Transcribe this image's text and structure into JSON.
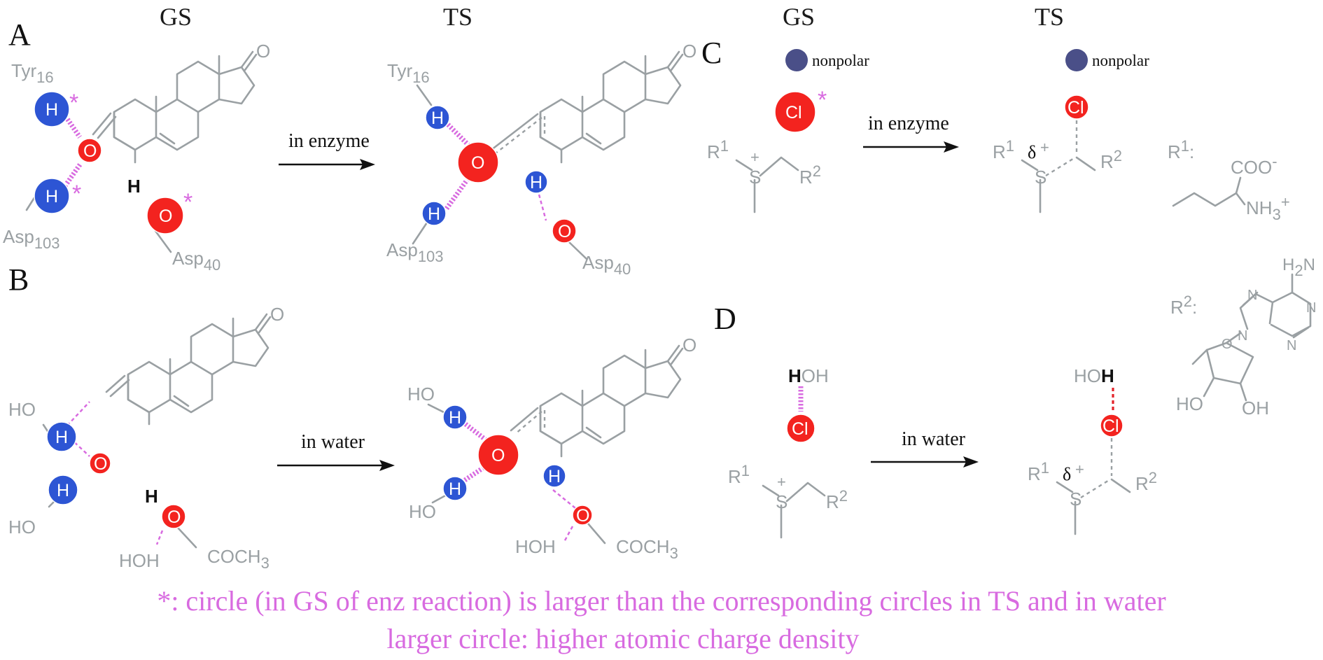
{
  "headers": {
    "gs_left": "GS",
    "ts_left": "TS",
    "gs_right": "GS",
    "ts_right": "TS"
  },
  "panels": {
    "a": "A",
    "b": "B",
    "c": "C",
    "d": "D"
  },
  "arrows": {
    "a": "in enzyme",
    "b": "in water",
    "c": "in enzyme",
    "d": "in water"
  },
  "atoms": {
    "h": "H",
    "o": "O",
    "cl": "Cl",
    "star": "*"
  },
  "residues": {
    "tyr": "Tyr",
    "tyr_num": "16",
    "asp103": "Asp",
    "asp103_num": "103",
    "asp40": "Asp",
    "asp40_num": "40"
  },
  "water": {
    "ho": "HO",
    "hoh": "HOH",
    "oh": "OH",
    "hoh_d": "HOH",
    "ho_d_ts": "HO",
    "h_bold": "H",
    "coch": "COCH",
    "coch_sub": "3"
  },
  "steroid": {
    "ketone_o": "O",
    "h_label": "H"
  },
  "sulfonium": {
    "r": "R",
    "sup1": "1",
    "sup2": "2",
    "s": "S",
    "plus": "+",
    "delta": "δ",
    "nonpolar": "nonpolar"
  },
  "substituents": {
    "r1_label": "R",
    "r1_sup": "1",
    "colon": ":",
    "coo": "COO",
    "coo_sup": "-",
    "nh3": "NH",
    "nh3_sub": "3",
    "nh3_sup": "+",
    "r2_label": "R",
    "r2_sup": "2",
    "h2n": "H",
    "h2n_sub": "2",
    "h2n_n": "N",
    "n": "N",
    "o": "O",
    "ho": "HO",
    "oh": "OH"
  },
  "notes": {
    "line1": "*: circle (in GS of enz reaction) is larger than the corresponding circles in TS and in water",
    "line2": "larger circle: higher atomic charge density"
  },
  "colors": {
    "hydrogen": "#2d55d4",
    "oxygen": "#f3231f",
    "hbond": "#d86be0",
    "nonpolar": "#4a4f88",
    "skeleton": "#9aa0a3"
  }
}
